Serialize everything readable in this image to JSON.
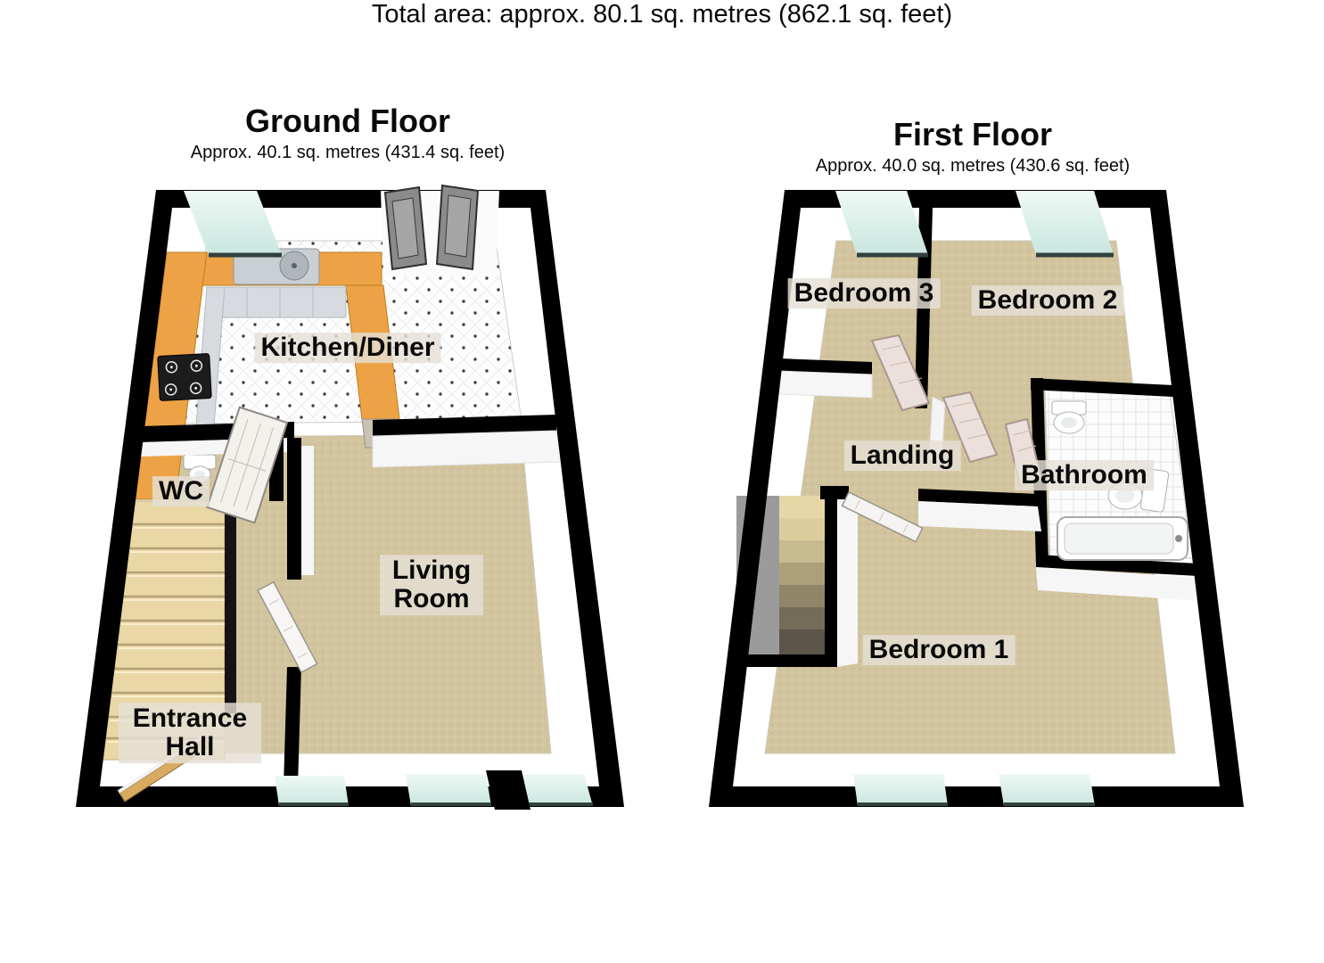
{
  "ground_floor": {
    "title": "Ground Floor",
    "area": "Approx. 40.1 sq. metres (431.4 sq. feet)",
    "rooms": {
      "kitchen_diner": "Kitchen/Diner",
      "wc": "WC",
      "living_room": "Living Room",
      "entrance_hall": "Entrance Hall"
    }
  },
  "first_floor": {
    "title": "First Floor",
    "area": "Approx. 40.0 sq. metres (430.6 sq. feet)",
    "rooms": {
      "bedroom_3": "Bedroom 3",
      "bedroom_2": "Bedroom 2",
      "landing": "Landing",
      "bathroom": "Bathroom",
      "bedroom_1": "Bedroom 1"
    }
  },
  "total_area": "Total area: approx. 80.1 sq. metres (862.1 sq. feet)",
  "colors": {
    "wall": "#000000",
    "carpet": "#d2c49e",
    "kitchen_counter": "#eda345",
    "window_glass": "#d9efe9",
    "stairs": "#e9d7a5",
    "door_panel": "#ece0dc",
    "label_background": "#e5e1d6",
    "tile_floor": "#fdfdfd"
  }
}
